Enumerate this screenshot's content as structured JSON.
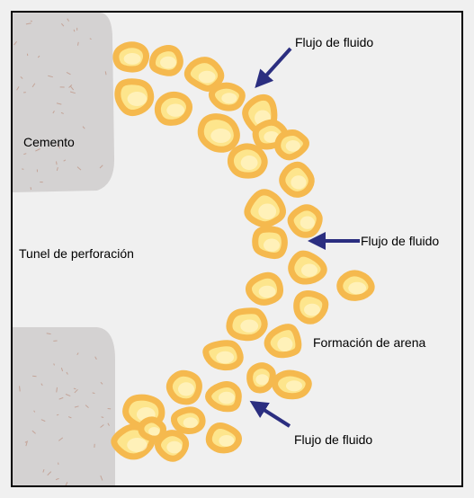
{
  "labels": {
    "cement": "Cemento",
    "tunnel": "Tunel de perforación",
    "sand_formation": "Formación de arena",
    "flow_top": "Flujo de fluido",
    "flow_middle": "Flujo de fluido",
    "flow_bottom": "Flujo de fluido"
  },
  "colors": {
    "background": "#f0f0f0",
    "cement": "#d4d2d2",
    "cement_speckle": "#c4a498",
    "grain_outline": "#f5b94e",
    "grain_fill": "#fde58c",
    "grain_highlight": "#fff6cc",
    "arrow": "#2b2e80",
    "border": "#000000"
  },
  "icons": {
    "arrow": "arrow-left-down-icon"
  }
}
